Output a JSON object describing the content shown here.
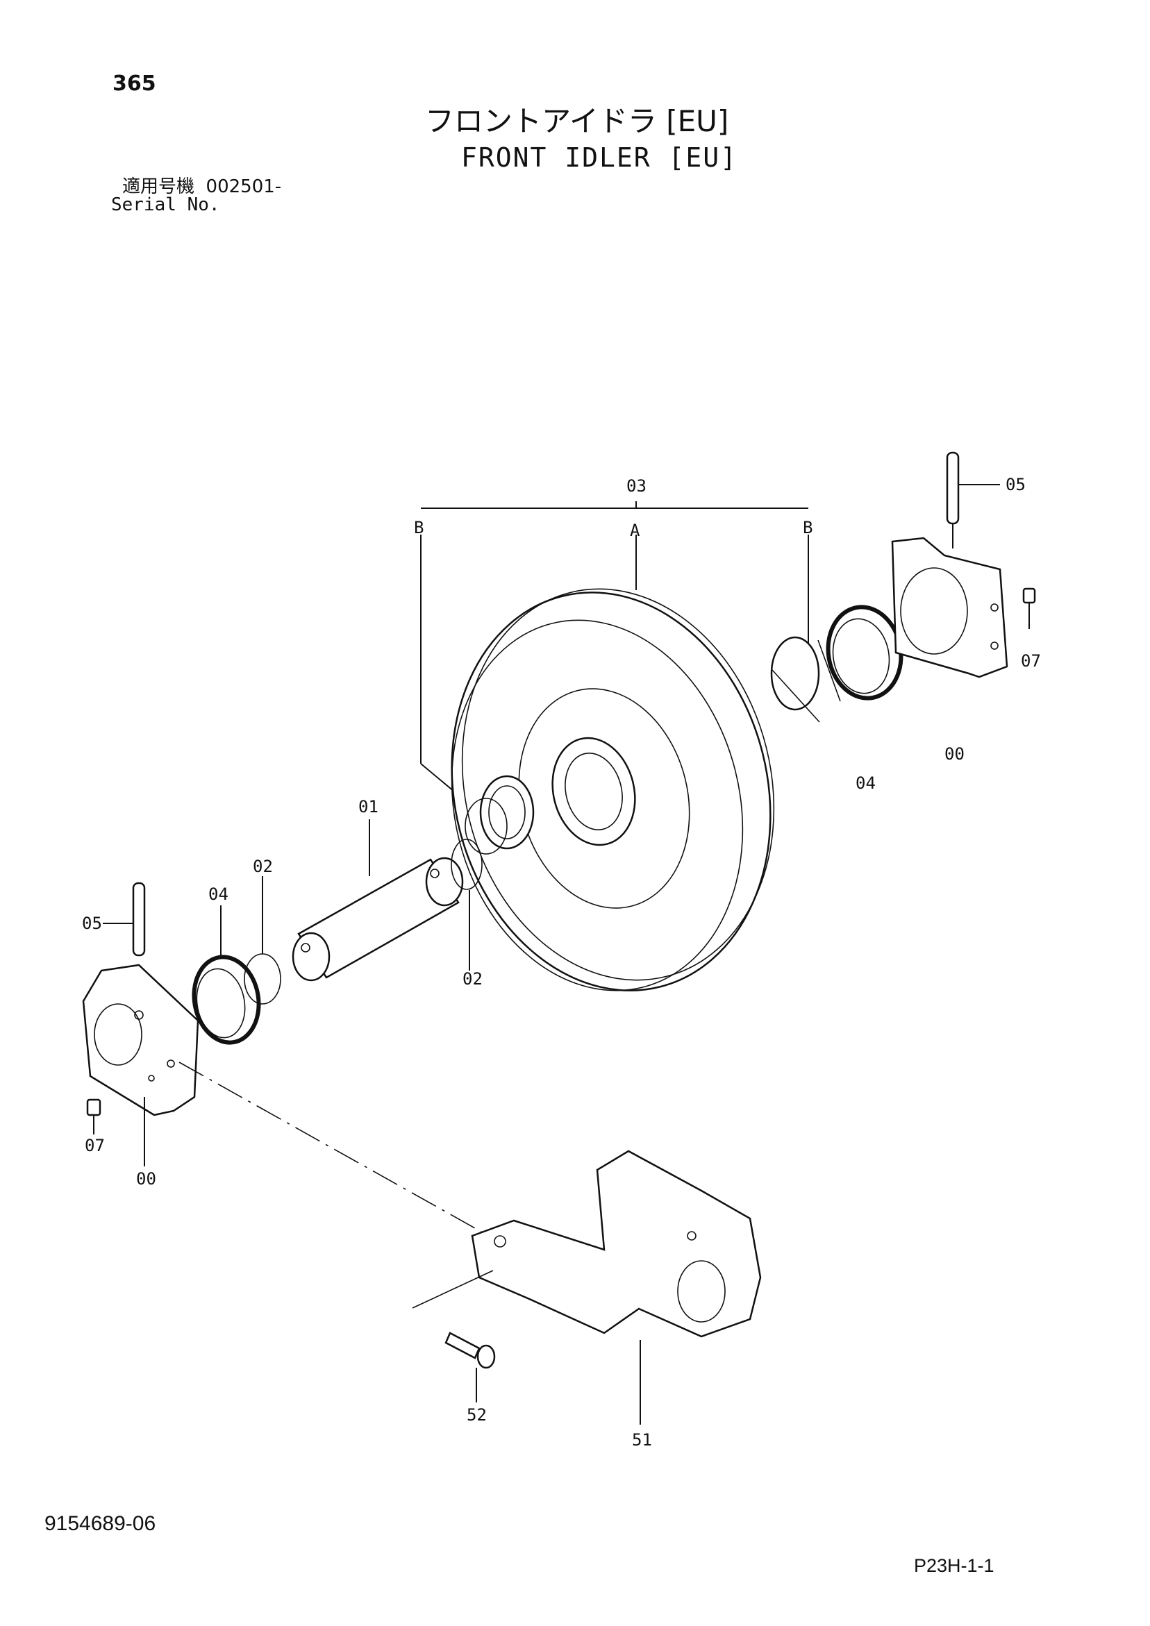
{
  "header": {
    "page_number": "365",
    "title_jp": "フロントアイドラ [EU]",
    "title_en": "FRONT IDLER [EU]",
    "serial_label_jp": "適用号機",
    "serial_value": "002501-",
    "serial_label_en": "Serial No."
  },
  "callouts": {
    "c03": "03",
    "cA": "A",
    "cB_left": "B",
    "cB_right": "B",
    "c05_right": "05",
    "c07_right": "07",
    "c00_right": "00",
    "c04_right": "04",
    "c01": "01",
    "c02_upper": "02",
    "c04_left": "04",
    "c05_left": "05",
    "c02_lower": "02",
    "c07_left": "07",
    "c00_left": "00",
    "c52": "52",
    "c51": "51"
  },
  "footer": {
    "doc_number": "9154689-06",
    "page_code": "P23H-1-1"
  }
}
